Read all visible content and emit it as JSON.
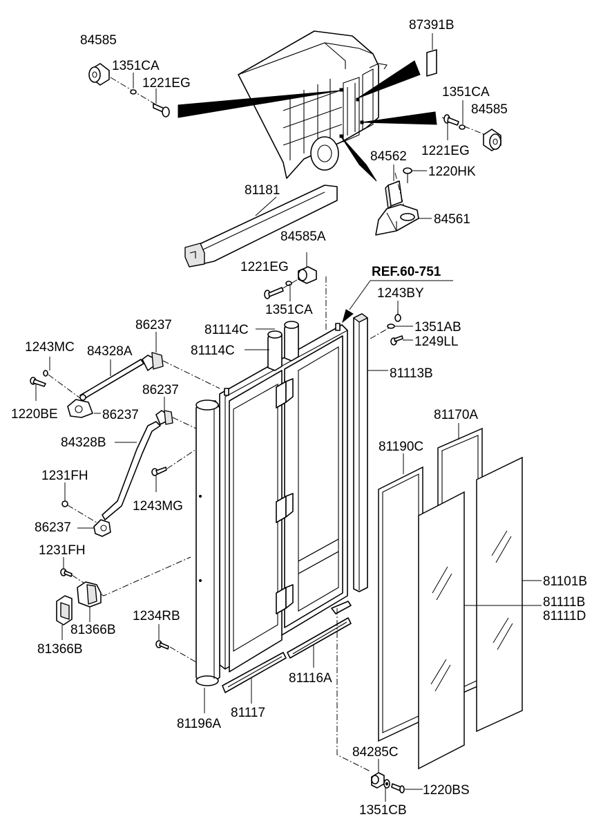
{
  "labels": {
    "l_84585_tl": "84585",
    "l_1351CA_tl": "1351CA",
    "l_1221EG_tl": "1221EG",
    "l_87391B": "87391B",
    "l_1351CA_r": "1351CA",
    "l_84585_r": "84585",
    "l_1221EG_r": "1221EG",
    "l_84562": "84562",
    "l_1220HK": "1220HK",
    "l_84561": "84561",
    "l_81181": "81181",
    "l_84585A": "84585A",
    "l_1221EG_m": "1221EG",
    "l_ref": "REF.60-751",
    "l_1351CA_m": "1351CA",
    "l_1243BY": "1243BY",
    "l_86237_a": "86237",
    "l_81114C_a": "81114C",
    "l_1351AB": "1351AB",
    "l_81114C_b": "81114C",
    "l_1249LL": "1249LL",
    "l_1243MC": "1243MC",
    "l_84328A": "84328A",
    "l_81113B": "81113B",
    "l_86237_b": "86237",
    "l_1220BE": "1220BE",
    "l_86237_c": "86237",
    "l_81170A": "81170A",
    "l_84328B": "84328B",
    "l_81190C": "81190C",
    "l_1231FH_a": "1231FH",
    "l_1243MG": "1243MG",
    "l_86237_d": "86237",
    "l_1231FH_b": "1231FH",
    "l_81101B": "81101B",
    "l_81111B": "81111B",
    "l_81111D": "81111D",
    "l_1234RB": "1234RB",
    "l_81366B_a": "81366B",
    "l_81366B_b": "81366B",
    "l_81116A": "81116A",
    "l_81117": "81117",
    "l_81196A": "81196A",
    "l_84285C": "84285C",
    "l_1220BS": "1220BS",
    "l_1351CB": "1351CB"
  }
}
